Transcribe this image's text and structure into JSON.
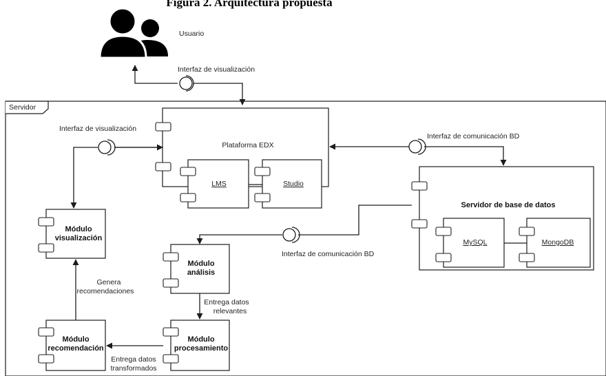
{
  "title": "Figura 2. Arquitectura propuesta",
  "actor": {
    "label": "Usuario"
  },
  "frame": {
    "label": "Servidor"
  },
  "components": {
    "edx": {
      "label": "Plataforma EDX"
    },
    "lms": {
      "label": "LMS"
    },
    "studio": {
      "label": "Studio"
    },
    "db_server": {
      "label": "Servidor de base de datos"
    },
    "mysql": {
      "label": "MySQL"
    },
    "mongodb": {
      "label": "MongoDB"
    },
    "visualizacion": {
      "line1": "Módulo",
      "line2": "visualización"
    },
    "analisis": {
      "line1": "Módulo",
      "line2": "análisis"
    },
    "procesamiento": {
      "line1": "Módulo",
      "line2": "procesamiento"
    },
    "recomendacion": {
      "line1": "Módulo",
      "line2": "recomendación"
    }
  },
  "interfaces": {
    "vis_top": "Interfaz de visualización",
    "vis_left": "Interfaz de visualización",
    "com_bd_top": "Interfaz de comunicación BD",
    "com_bd_mid": "Interfaz de comunicación BD"
  },
  "edges": {
    "genera": {
      "line1": "Genera",
      "line2": "recomendaciones"
    },
    "entrega_relevantes": {
      "line1": "Entrega datos",
      "line2": "relevantes"
    },
    "entrega_transformados": {
      "line1": "Entrega datos",
      "line2": "transformados"
    }
  }
}
